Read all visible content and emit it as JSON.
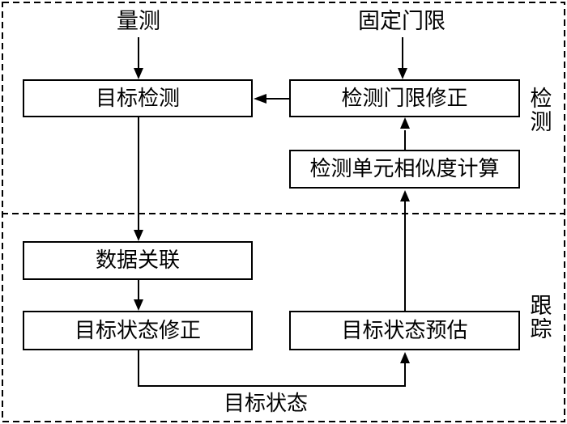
{
  "diagram": {
    "inputs": {
      "measurement": "量测",
      "fixed_threshold": "固定门限"
    },
    "boxes": {
      "target_detection": "目标检测",
      "detection_threshold_correction": "检测门限修正",
      "detection_cell_similarity_calculation": "检测单元相似度计算",
      "data_association": "数据关联",
      "target_state_correction": "目标状态修正",
      "target_state_prediction": "目标状态预估"
    },
    "sections": {
      "detection": "检测",
      "tracking": "跟踪"
    },
    "output_label": "目标状态",
    "colors": {
      "line": "#000000",
      "background": "#ffffff"
    }
  }
}
